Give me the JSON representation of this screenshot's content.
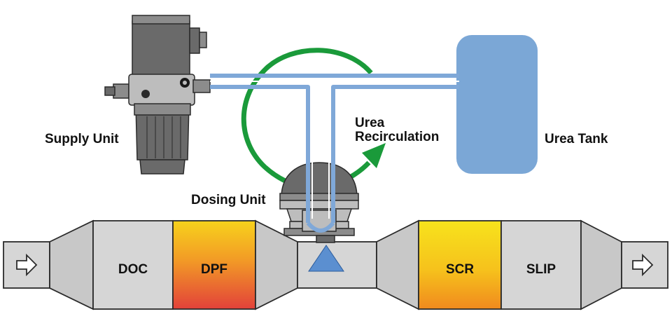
{
  "labels": {
    "supply_unit": "Supply Unit",
    "dosing_unit": "Dosing Unit",
    "urea_tank": "Urea Tank",
    "urea_recirculation_line1": "Urea",
    "urea_recirculation_line2": "Recirculation"
  },
  "sections": {
    "doc": "DOC",
    "dpf": "DPF",
    "scr": "SCR",
    "slip": "SLIP"
  },
  "colors": {
    "urea_line": "#7fa8d8",
    "urea_tank": "#7ba7d6",
    "recirculation_arrow": "#1a9a3a",
    "dpf_top": "#f7d21c",
    "dpf_bottom": "#e2413a",
    "scr_top": "#f7e31c",
    "scr_bottom": "#f08a1e",
    "spray": "#5b8fd0"
  },
  "icons": {
    "inlet": "arrow-right-outline-icon",
    "outlet": "arrow-right-outline-icon"
  }
}
